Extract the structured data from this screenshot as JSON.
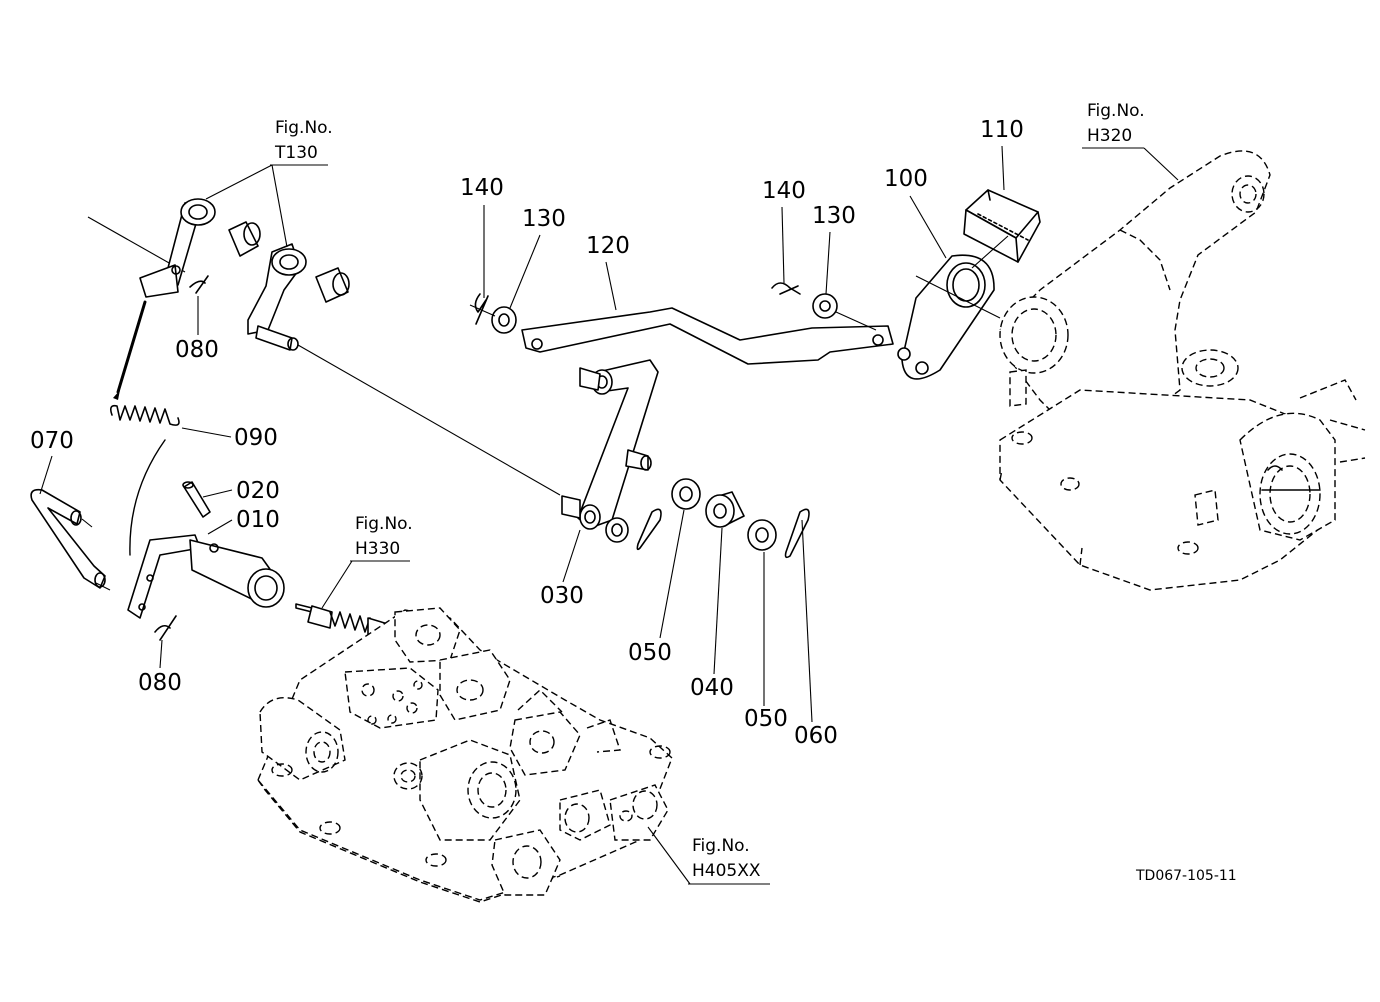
{
  "figure_refs": [
    {
      "id": "t130",
      "prefix": "Fig.No.",
      "number": "T130"
    },
    {
      "id": "h320",
      "prefix": "Fig.No.",
      "number": "H320"
    },
    {
      "id": "h330",
      "prefix": "Fig.No.",
      "number": "H330"
    },
    {
      "id": "h405xx",
      "prefix": "Fig.No.",
      "number": "H405XX"
    }
  ],
  "part_labels": [
    {
      "id": "p140a",
      "text": "140"
    },
    {
      "id": "p130a",
      "text": "130"
    },
    {
      "id": "p120",
      "text": "120"
    },
    {
      "id": "p140b",
      "text": "140"
    },
    {
      "id": "p130b",
      "text": "130"
    },
    {
      "id": "p100",
      "text": "100"
    },
    {
      "id": "p110",
      "text": "110"
    },
    {
      "id": "p080a",
      "text": "080"
    },
    {
      "id": "p090",
      "text": "090"
    },
    {
      "id": "p070",
      "text": "070"
    },
    {
      "id": "p020",
      "text": "020"
    },
    {
      "id": "p010",
      "text": "010"
    },
    {
      "id": "p080b",
      "text": "080"
    },
    {
      "id": "p030",
      "text": "030"
    },
    {
      "id": "p050a",
      "text": "050"
    },
    {
      "id": "p040",
      "text": "040"
    },
    {
      "id": "p050b",
      "text": "050"
    },
    {
      "id": "p060",
      "text": "060"
    }
  ],
  "drawing_code": "TD067-105-11"
}
